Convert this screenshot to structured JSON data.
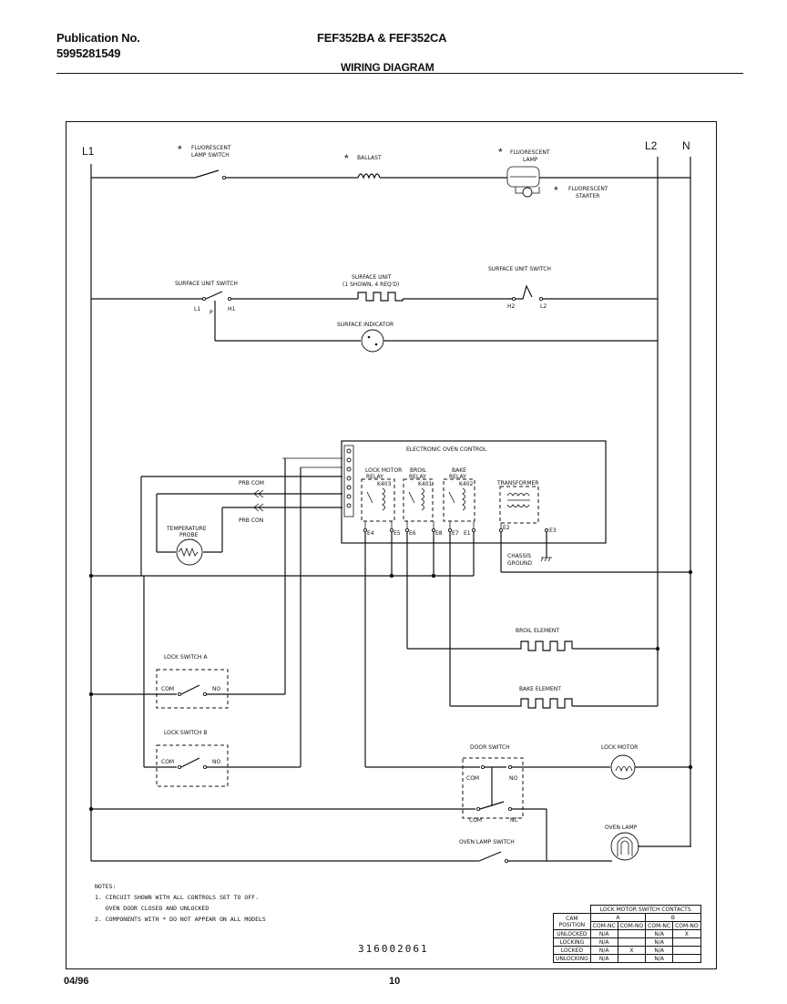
{
  "header": {
    "publication_label": "Publication No.",
    "publication_number": "5995281549",
    "models": "FEF352BA & FEF352CA",
    "title": "WIRING DIAGRAM"
  },
  "footer": {
    "date": "04/96",
    "page": "10",
    "doc_number": "316002061"
  },
  "diagram": {
    "terminals": {
      "l1": "L1",
      "l2": "L2",
      "n": "N"
    },
    "asterisk": "*",
    "labels": {
      "fluor_lamp_switch_1": "FLUORESCENT",
      "fluor_lamp_switch_2": "LAMP SWITCH",
      "ballast": "BALLAST",
      "fluor_lamp_1": "FLUORESCENT",
      "fluor_lamp_2": "LAMP",
      "fluor_starter_1": "FLUORESCENT",
      "fluor_starter_2": "STARTER",
      "surface_unit_switch_left": "SURFACE UNIT SWITCH",
      "surface_unit_1": "SURFACE UNIT",
      "surface_unit_2": "(1 SHOWN, 4 REQ'D)",
      "surface_unit_switch_right": "SURFACE UNIT SWITCH",
      "term_l1": "L1",
      "term_p": "P",
      "term_h1": "H1",
      "term_h2": "H2",
      "term_l2": "L2",
      "surface_indicator": "SURFACE INDICATOR",
      "electronic_oven_control": "ELECTRONIC OVEN CONTROL",
      "lock_motor_relay_1": "LOCK MOTOR",
      "lock_motor_relay_2": "RELAY",
      "lock_motor_relay_id": "K403",
      "broil_relay_1": "BROIL",
      "broil_relay_2": "RELAY",
      "broil_relay_id": "K401",
      "bake_relay_1": "BAKE",
      "bake_relay_2": "RELAY",
      "bake_relay_id": "K402",
      "transformer": "TRANSFORMER",
      "prb_com": "PRB COM",
      "prb_con": "PRB CON",
      "temp_probe_1": "TEMPERATURE",
      "temp_probe_2": "PROBE",
      "e4": "E4",
      "e5": "E5",
      "e6": "E6",
      "e8": "E8",
      "e7": "E7",
      "e1": "E1",
      "e2": "E2",
      "e3": "E3",
      "chassis_ground_1": "CHASSIS",
      "chassis_ground_2": "GROUND",
      "broil_element": "BROIL ELEMENT",
      "bake_element": "BAKE ELEMENT",
      "lock_switch_a": "LOCK SWITCH A",
      "lock_switch_b": "LOCK SWITCH B",
      "com": "COM",
      "no": "NO",
      "nc": "NC",
      "door_switch": "DOOR SWITCH",
      "lock_motor": "LOCK MOTOR",
      "oven_lamp_switch": "OVEN LAMP SWITCH",
      "oven_lamp": "OVEN LAMP"
    }
  },
  "notes": {
    "heading": "NOTES:",
    "lines": [
      "1. CIRCUIT SHOWN WITH ALL CONTROLS SET TO OFF.",
      "   OVEN DOOR CLOSED AND UNLOCKED",
      "2. COMPONENTS WITH * DO NOT APPEAR ON ALL MODELS"
    ]
  },
  "cam_table": {
    "title": "LOCK MOTOR SWITCH CONTACTS",
    "position_header_1": "CAM",
    "position_header_2": "POSITION",
    "switch_a": "A",
    "switch_b": "B",
    "sub_headers": [
      "COM-NC",
      "COM-NO",
      "COM-NC",
      "COM-NO"
    ],
    "rows": [
      {
        "position": "UNLOCKED",
        "cells": [
          "N/A",
          "",
          "N/A",
          "X"
        ]
      },
      {
        "position": "LOCKING",
        "cells": [
          "N/A",
          "",
          "N/A",
          ""
        ]
      },
      {
        "position": "LOCKED",
        "cells": [
          "N/A",
          "X",
          "N/A",
          ""
        ]
      },
      {
        "position": "UNLOCKING",
        "cells": [
          "N/A",
          "",
          "N/A",
          ""
        ]
      }
    ]
  }
}
